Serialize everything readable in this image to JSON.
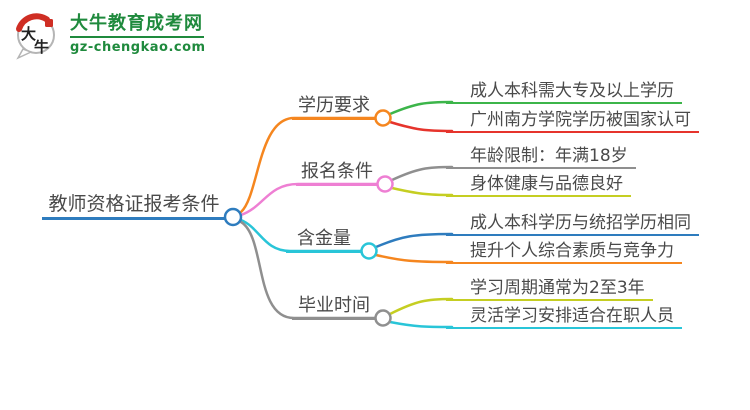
{
  "logo": {
    "icon_chars": [
      "大",
      "牛"
    ],
    "title": "大牛教育成考网",
    "subtitle": "gz-chengkao.com",
    "brand_green": "#1F8A3D",
    "brand_red": "#CF2E24"
  },
  "mindmap": {
    "root": {
      "label": "教师资格证报考条件",
      "color": "#2E7CBE"
    },
    "branches": [
      {
        "label": "学历要求",
        "color": "#F5861F",
        "children": [
          {
            "label": "成人本科需大专及以上学历",
            "color": "#3CB54A"
          },
          {
            "label": "广州南方学院学历被国家认可",
            "color": "#E6342C"
          }
        ]
      },
      {
        "label": "报名条件",
        "color": "#EE7FD3",
        "children": [
          {
            "label": "年龄限制：年满18岁",
            "color": "#8F8F8F"
          },
          {
            "label": "身体健康与品德良好",
            "color": "#C5CE22"
          }
        ]
      },
      {
        "label": "含金量",
        "color": "#29C5D8",
        "children": [
          {
            "label": "成人本科学历与统招学历相同",
            "color": "#2E7CBE"
          },
          {
            "label": "提升个人综合素质与竞争力",
            "color": "#F5861F"
          }
        ]
      },
      {
        "label": "毕业时间",
        "color": "#8F8F8F",
        "children": [
          {
            "label": "学习周期通常为2至3年",
            "color": "#C5CE22"
          },
          {
            "label": "灵活学习安排适合在职人员",
            "color": "#29C5D8"
          }
        ]
      }
    ]
  }
}
